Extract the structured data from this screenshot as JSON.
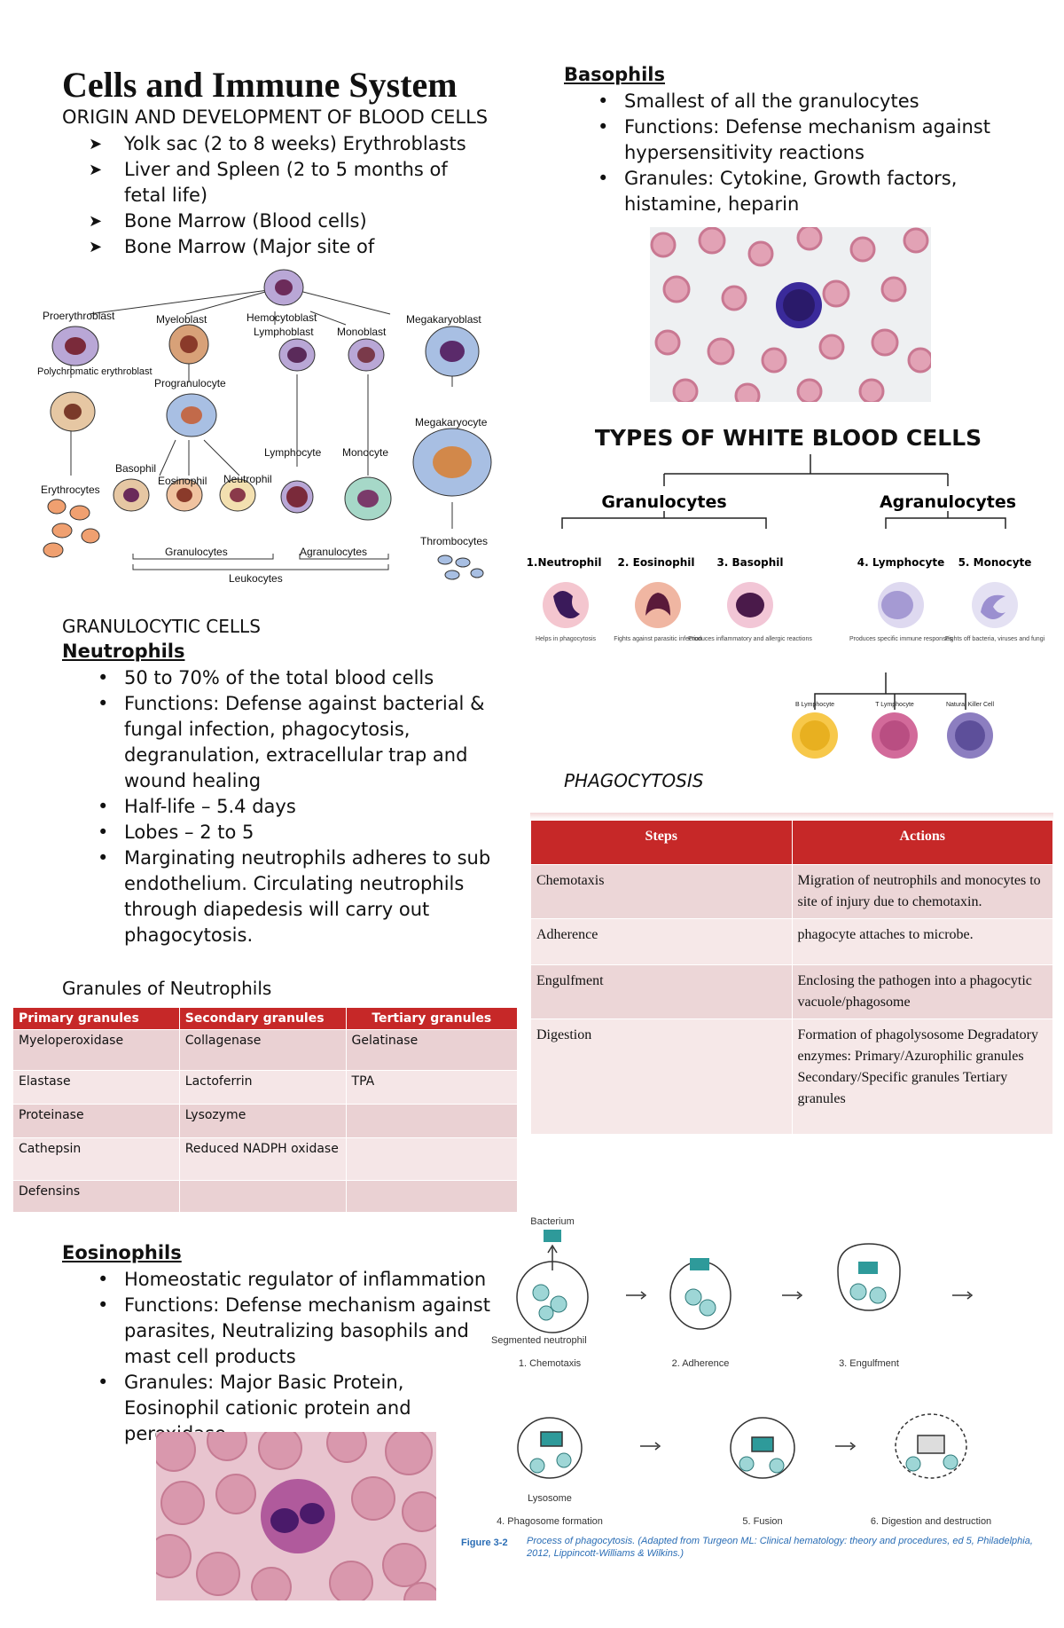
{
  "title": "Cells and Immune System",
  "origin": {
    "heading": "ORIGIN AND DEVELOPMENT OF BLOOD CELLS",
    "items": [
      "Yolk sac (2 to 8 weeks) Erythroblasts",
      "Liver and Spleen (2 to 5 months of fetal life)",
      "Bone Marrow (Blood cells)",
      "Bone Marrow (Major site of"
    ]
  },
  "hematopoiesis": {
    "labels": {
      "hemocytoblast": "Hemocytoblast",
      "proerythroblast": "Proerythroblast",
      "myeloblast": "Myeloblast",
      "lymphoblast": "Lymphoblast",
      "monoblast": "Monoblast",
      "megakaryoblast": "Megakaryoblast",
      "polychromatic": "Polychromatic erythroblast",
      "progranulocyte": "Progranulocyte",
      "megakaryocyte": "Megakaryocyte",
      "lymphocyte": "Lymphocyte",
      "monocyte": "Monocyte",
      "basophil": "Basophil",
      "eosinophil": "Eosinophil",
      "neutrophil": "Neutrophil",
      "erythrocytes": "Erythrocytes",
      "thrombocytes": "Thrombocytes",
      "granulocytes": "Granulocytes",
      "agranulocytes": "Agranulocytes",
      "leukocytes": "Leukocytes"
    }
  },
  "granulocytic": {
    "heading": "GRANULOCYTIC CELLS",
    "neutrophils": {
      "heading": "Neutrophils",
      "items": [
        "50 to 70% of the total blood cells",
        "Functions: Defense against bacterial & fungal infection, phagocytosis, degranulation, extracellular trap and wound healing",
        "Half-life – 5.4 days",
        "Lobes – 2 to 5",
        "Marginating neutrophils adheres to sub endothelium. Circulating neutrophils through diapedesis will carry out phagocytosis."
      ]
    }
  },
  "granules": {
    "heading": "Granules of Neutrophils",
    "columns": [
      "Primary granules",
      "Secondary granules",
      "Tertiary granules"
    ],
    "rows": [
      [
        "Myeloperoxidase",
        "Collagenase",
        "Gelatinase"
      ],
      [
        "Elastase",
        "Lactoferrin",
        "TPA"
      ],
      [
        "Proteinase",
        "Lysozyme",
        ""
      ],
      [
        "Cathepsin",
        "Reduced NADPH oxidase",
        ""
      ],
      [
        "Defensins",
        "",
        ""
      ]
    ]
  },
  "eosinophils": {
    "heading": "Eosinophils",
    "items": [
      "Homeostatic regulator of inflammation",
      "Functions: Defense mechanism against parasites, Neutralizing basophils and mast cell products",
      "Granules: Major Basic Protein, Eosinophil cationic protein and peroxidase"
    ]
  },
  "basophils": {
    "heading": "Basophils",
    "items": [
      "Smallest of all the granulocytes",
      "Functions: Defense mechanism against hypersensitivity reactions",
      "Granules: Cytokine, Growth factors, histamine, heparin"
    ]
  },
  "wbc_types": {
    "title": "TYPES OF WHITE BLOOD CELLS",
    "granulocytes": "Granulocytes",
    "agranulocytes": "Agranulocytes",
    "cells": [
      {
        "name": "1.Neutrophil",
        "desc": "Helps in phagocytosis"
      },
      {
        "name": "2. Eosinophil",
        "desc": "Fights against parasitic infection"
      },
      {
        "name": "3. Basophil",
        "desc": "Produces inflammatory and allergic reactions"
      },
      {
        "name": "4. Lymphocyte",
        "desc": "Produces specific immune responses"
      },
      {
        "name": "5. Monocyte",
        "desc": "Fights off bacteria, viruses and fungi"
      }
    ],
    "lymph_subtypes": [
      "B Lymphocyte",
      "T Lymphocyte",
      "Natural Killer Cell"
    ]
  },
  "phagocytosis": {
    "heading": "PHAGOCYTOSIS",
    "columns": [
      "Steps",
      "Actions"
    ],
    "rows": [
      [
        "Chemotaxis",
        "Migration of neutrophils and monocytes to site of injury due to chemotaxin."
      ],
      [
        "Adherence",
        "phagocyte attaches to microbe."
      ],
      [
        "Engulfment",
        "Enclosing the pathogen into a phagocytic vacuole/phagosome"
      ],
      [
        "Digestion",
        "Formation of phagolysosome Degradatory enzymes: Primary/Azurophilic granules Secondary/Specific granules Tertiary granules"
      ]
    ]
  },
  "figure": {
    "bacterium": "Bacterium",
    "segmented": "Segmented neutrophil",
    "lysosome": "Lysosome",
    "steps": [
      "1. Chemotaxis",
      "2. Adherence",
      "3. Engulfment",
      "4. Phagosome formation",
      "5. Fusion",
      "6. Digestion and destruction"
    ],
    "caption_label": "Figure 3-2",
    "caption": "Process of phagocytosis. (Adapted from Turgeon ML: Clinical hematology: theory and procedures, ed 5, Philadelphia, 2012, Lippincott-Williams & Wilkins.)"
  },
  "colors": {
    "table_header": "#c62828",
    "row_a": "#ead1d3",
    "row_b": "#f5e6e7",
    "rbc": "#e3a9b4",
    "stain": "#4b2c8f"
  }
}
